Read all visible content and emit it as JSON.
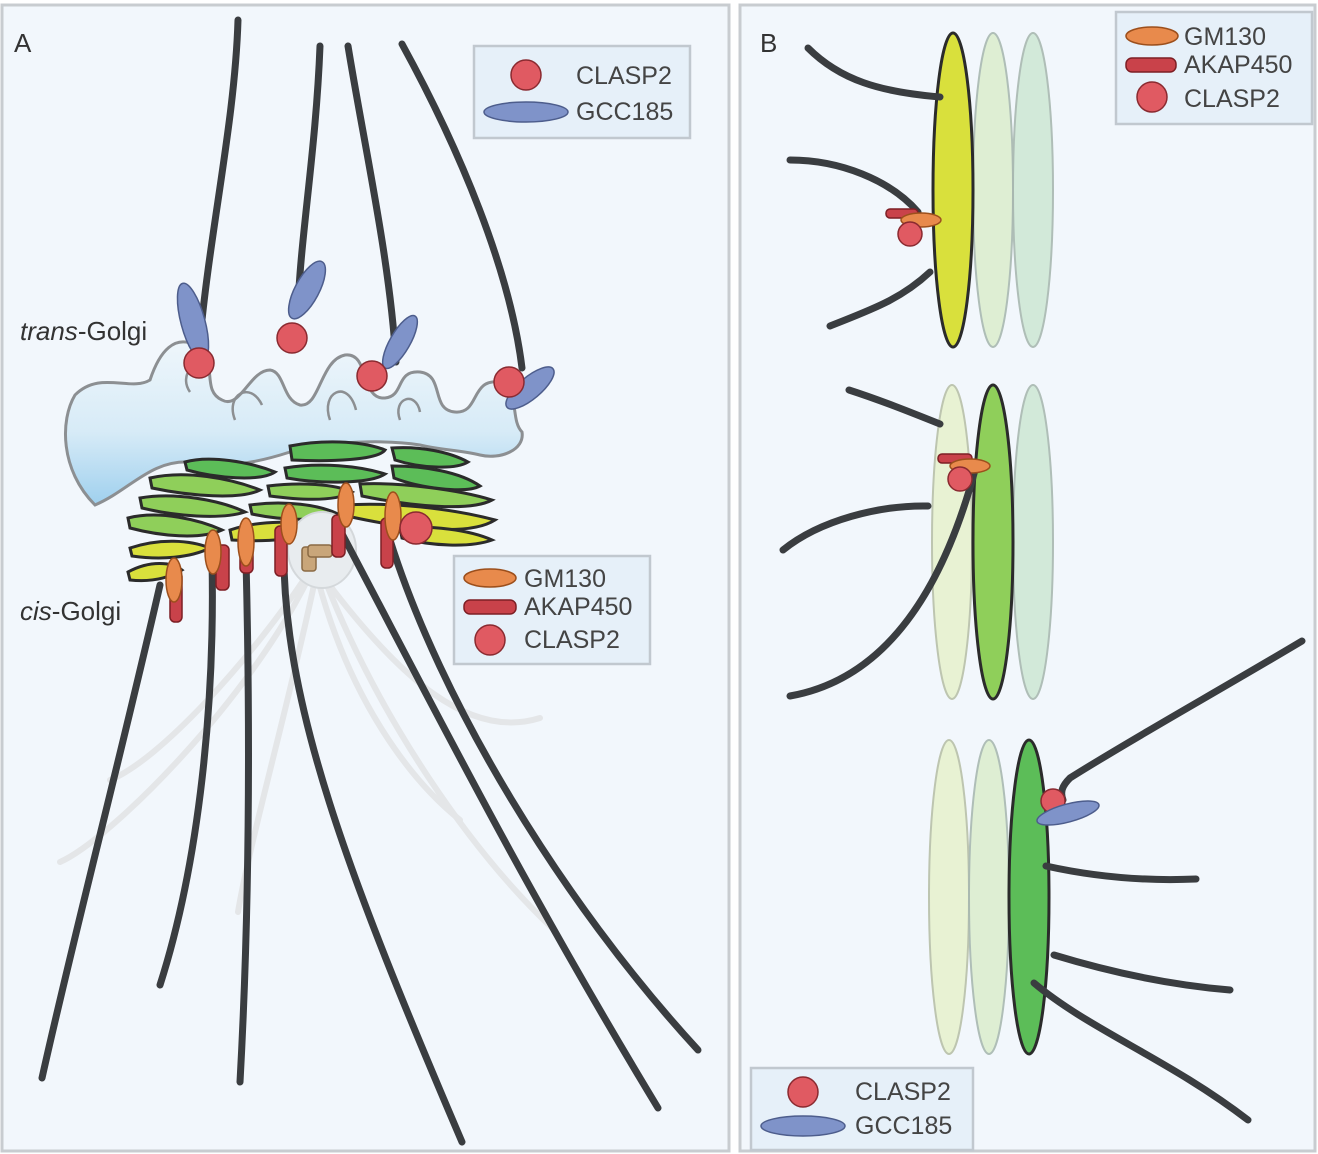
{
  "panel_a": {
    "panel_label": "A",
    "trans_label_italic": "trans",
    "trans_label_rest": "-Golgi",
    "cis_label_italic": "cis",
    "cis_label_rest": "-Golgi",
    "legend_trans": {
      "clasp2": "CLASP2",
      "gcc185": "GCC185"
    },
    "legend_cis": {
      "gm130": "GM130",
      "akap450": "AKAP450",
      "clasp2": "CLASP2"
    }
  },
  "panel_b": {
    "panel_label": "B",
    "legend_top": {
      "gm130": "GM130",
      "akap450": "AKAP450",
      "clasp2": "CLASP2"
    },
    "legend_bottom": {
      "clasp2": "CLASP2",
      "gcc185": "GCC185"
    }
  },
  "colors": {
    "clasp2": "#e05a62",
    "gcc185": "#7f93c9",
    "gm130": "#e88a4c",
    "akap450": "#c9424a",
    "trans_golgi": "#8cc8ea",
    "cis_cisterna": "#d9e03c",
    "medial_cisterna": "#5cbd58",
    "microtubule": "#3a3d40"
  }
}
